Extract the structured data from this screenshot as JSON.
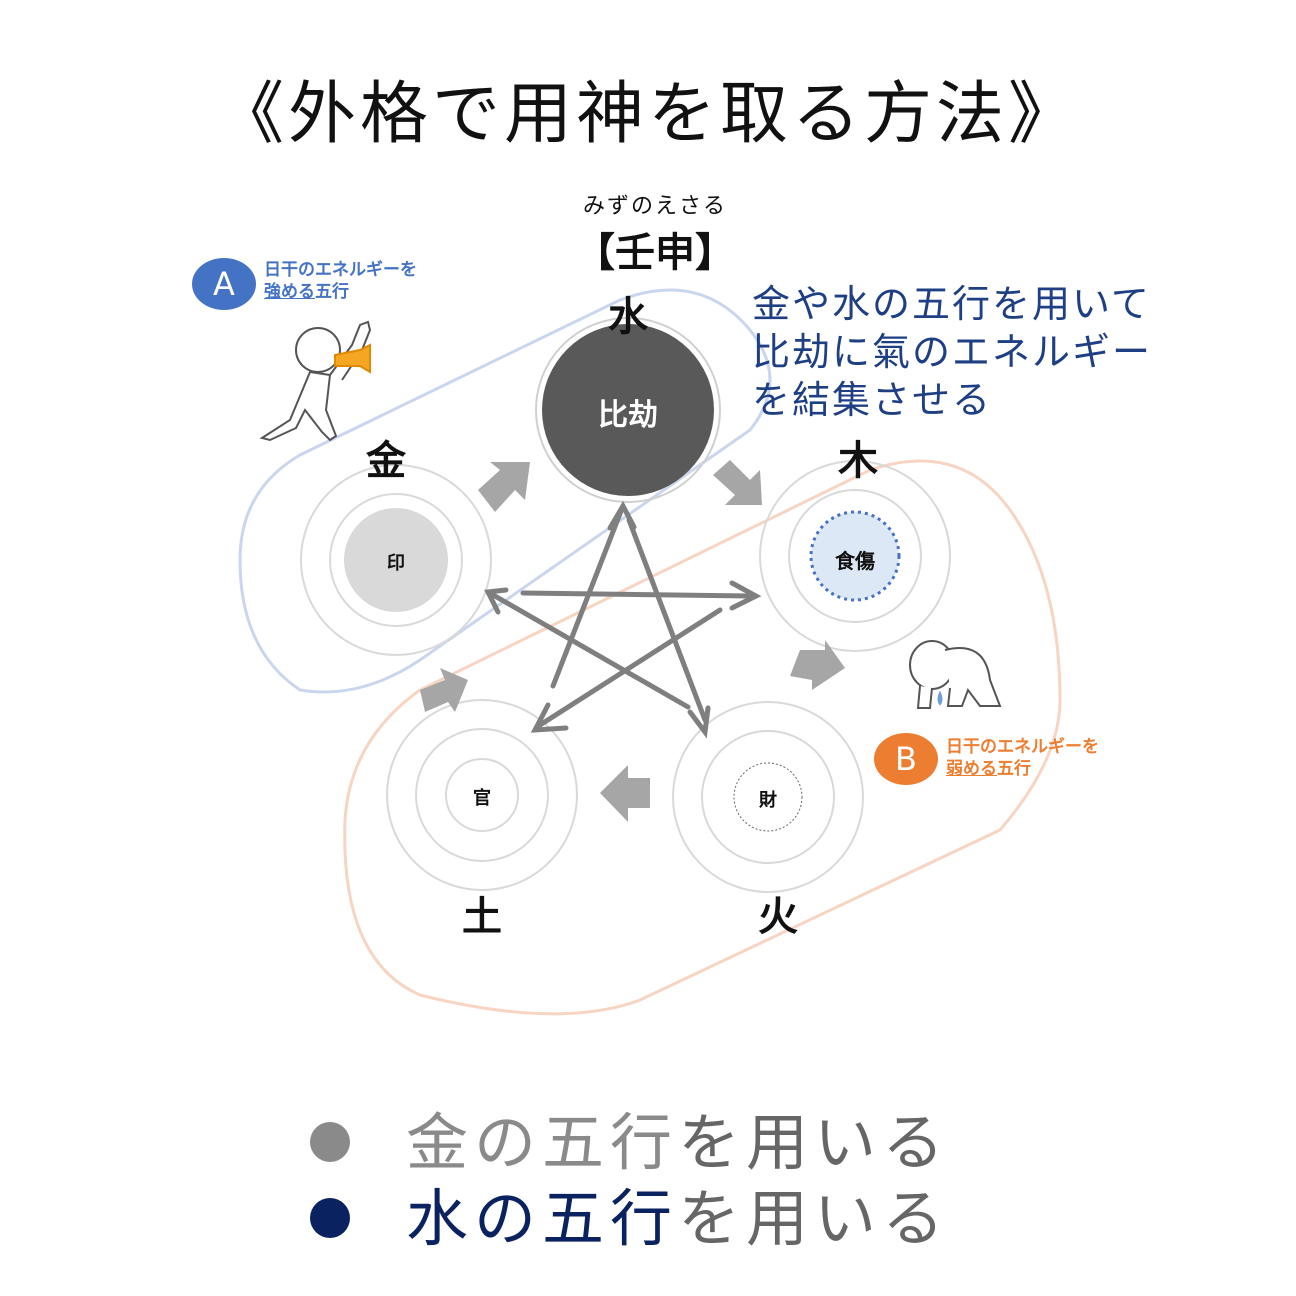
{
  "title": "《外格で用神を取る方法》",
  "pillar": {
    "ruby": "みずのえさる",
    "label": "【壬申】"
  },
  "elements": {
    "water": {
      "label": "水",
      "inner": "比劫"
    },
    "wood": {
      "label": "木",
      "inner": "食傷"
    },
    "fire": {
      "label": "火",
      "inner": "財"
    },
    "earth": {
      "label": "土",
      "inner": "官"
    },
    "metal": {
      "label": "金",
      "inner": "印"
    }
  },
  "note": {
    "line1": "金や水の五行を用いて",
    "line2": "比劫に氣のエネルギー",
    "line3": "を結集させる"
  },
  "group_a": {
    "badge": "A",
    "line1": "日干のエネルギーを",
    "line2_underlined": "強める",
    "line2_rest": "五行",
    "color": "#4472c4"
  },
  "group_b": {
    "badge": "B",
    "line1": "日干のエネルギーを",
    "line2_underlined": "弱める",
    "line2_rest": "五行",
    "color": "#ed7d31"
  },
  "legend": [
    {
      "bullet_color": "#8a8a8a",
      "highlight": "金の五行",
      "rest": "を用いる",
      "highlight_color": "#8a8a8a"
    },
    {
      "bullet_color": "#0b2260",
      "highlight": "水の五行",
      "rest": "を用いる",
      "highlight_color": "#0b2260"
    }
  ],
  "colors": {
    "blue_group_outline": "#c9d6ee",
    "orange_group_outline": "#f8d4c2",
    "arrow_gray": "#7f7f7f",
    "block_arrow_gray": "#a6a6a6",
    "hikou_fill": "#595959",
    "in_fill": "#d9d9d9",
    "shokushou_fill": "#dde8f7",
    "rest_text": "#666666"
  }
}
